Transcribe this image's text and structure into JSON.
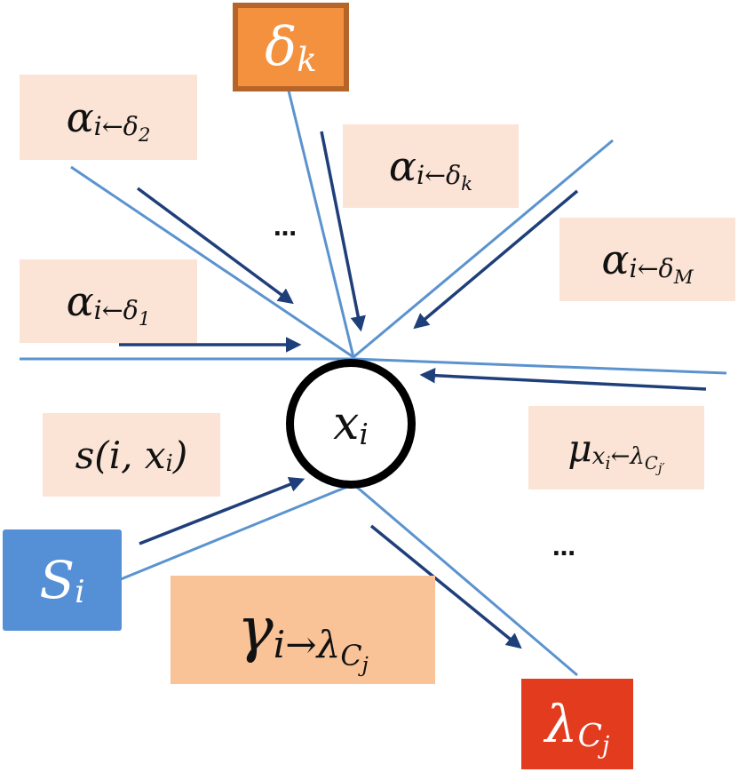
{
  "factors": {
    "delta_k": {
      "base": "δ",
      "sub": "k",
      "color": "#f4913f",
      "border": "#b5652a"
    },
    "S_i": {
      "base": "S",
      "sub": "i",
      "color": "#5590d6"
    },
    "lambda_Cj": {
      "base": "λ",
      "sub": "C",
      "subsub": "j",
      "color": "#e33b1e"
    }
  },
  "variable": {
    "base": "x",
    "sub": "i"
  },
  "messages": {
    "alpha_delta2": {
      "base": "α",
      "sub": "i←δ",
      "subsub": "2"
    },
    "alpha_deltak": {
      "base": "α",
      "sub": "i←δ",
      "subsub": "k"
    },
    "alpha_deltaM": {
      "base": "α",
      "sub": "i←δ",
      "subsub": "M"
    },
    "alpha_delta1": {
      "base": "α",
      "sub": "i←δ",
      "subsub": "1"
    },
    "mu": {
      "base": "μ",
      "sub": "x",
      "subsub": "i",
      "tail": "←λ",
      "tailsub": "C",
      "tailsubsub": "j′"
    },
    "s": {
      "text": "s(i, x",
      "sub": "i",
      "close": ")"
    },
    "gamma": {
      "base": "γ",
      "sub": "i→λ",
      "subsub": "C",
      "subsubsub": "j",
      "color": "#f9c397"
    }
  },
  "ellipsis_top": "…",
  "ellipsis_right": "…",
  "colors": {
    "edge": "#5b93cf",
    "arrow": "#1f3f7a",
    "label_bg": "#fbe4d6"
  }
}
